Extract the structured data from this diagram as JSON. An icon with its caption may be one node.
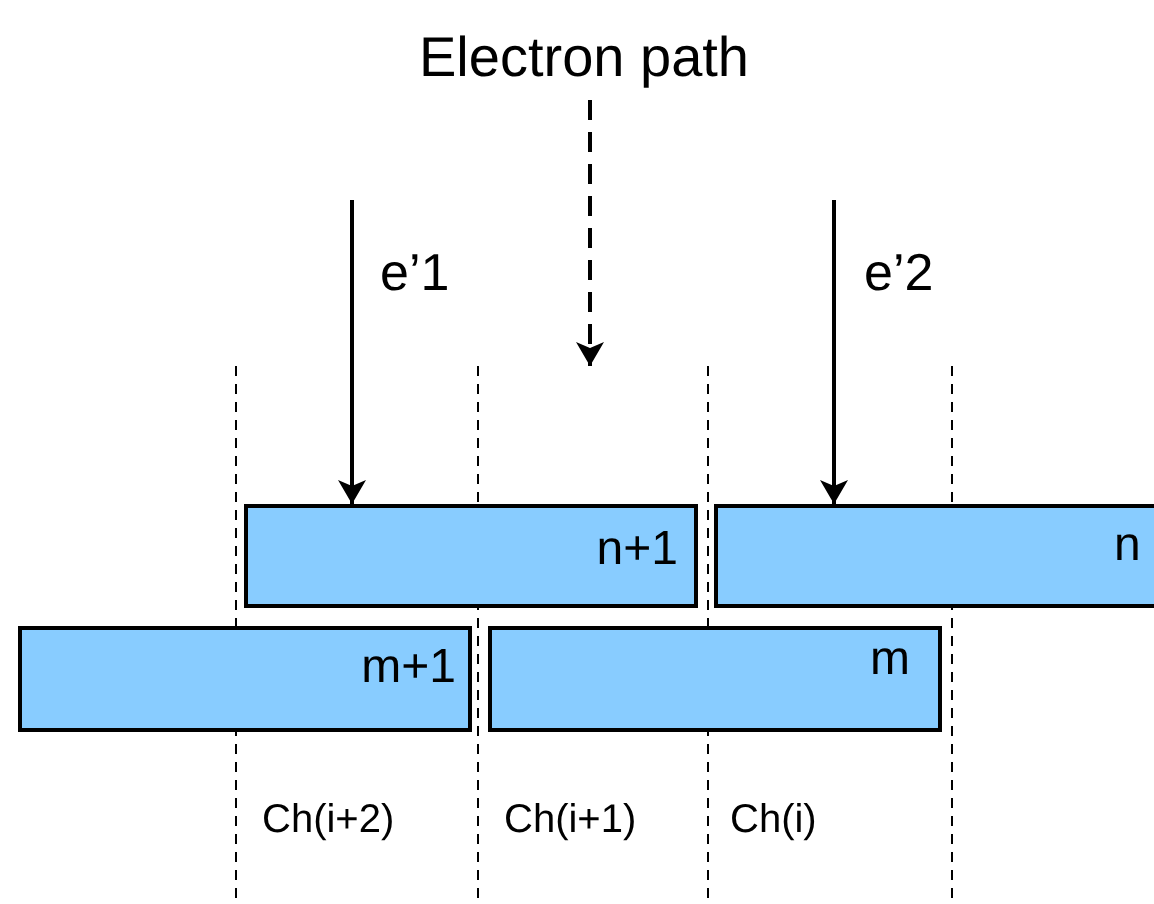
{
  "diagram": {
    "nodes": [
      {
        "text": [
          "n+1"
        ]
      },
      {
        "text": [
          "n"
        ]
      },
      {
        "text": [
          "m+1"
        ]
      },
      {
        "text": [
          "m"
        ]
      }
    ],
    "edges": [
      {
        "from": null,
        "to": 0,
        "arrow": "to",
        "label": "e’1"
      },
      {
        "from": null,
        "to": 1,
        "arrow": "to",
        "label": "e’2"
      }
    ],
    "labels": [
      "Electron path",
      "Ch(i+2)",
      "Ch(i+1)",
      "Ch(i)"
    ]
  }
}
